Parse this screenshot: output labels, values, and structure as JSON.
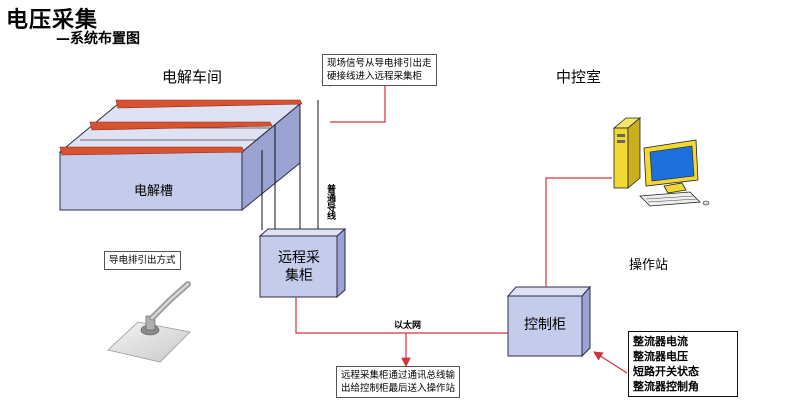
{
  "title": "电压采集",
  "subtitle": "—系统布置图",
  "areas": {
    "workshop": "电解车间",
    "control_room": "中控室"
  },
  "labels": {
    "tank": "电解槽",
    "cable_type": "普通导线",
    "remote_cabinet_line1": "远程采",
    "remote_cabinet_line2": "集柜",
    "control_cabinet": "控制柜",
    "ethernet": "以太网",
    "operator_station": "操作站",
    "busbar_method": "导电排引出方式"
  },
  "callouts": {
    "signal_line1": "现场信号从导电排引出走",
    "signal_line2": "硬接线进入远程采集柜",
    "bus_line1": "远程采集柜通过通讯总线输",
    "bus_line2": "出给控制柜最后送入操作站"
  },
  "status_list": [
    "整流器电流",
    "整流器电压",
    "短路开关状态",
    "整流器控制角"
  ],
  "colors": {
    "box_fill": "#c5cbeb",
    "box_stroke": "#2c2c4a",
    "rail": "#d9522f",
    "link": "#d0343f",
    "wire": "#111111"
  }
}
